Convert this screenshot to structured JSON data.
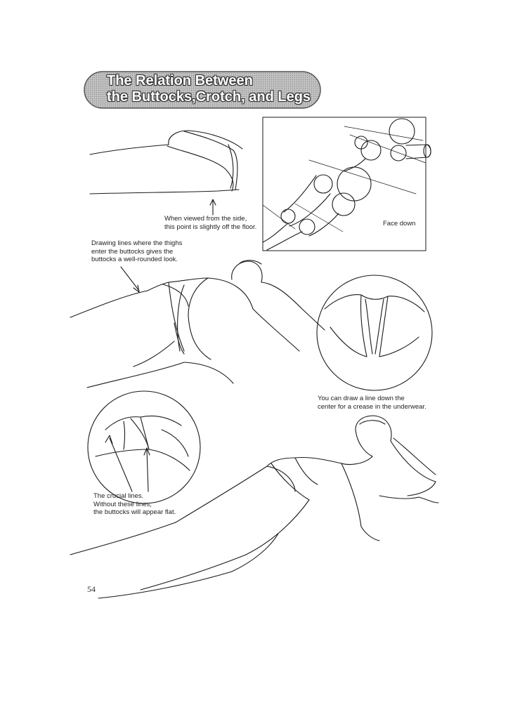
{
  "page": {
    "title_line1": "The Relation Between",
    "title_line2": "the Buttocks,Crotch, and Legs",
    "page_number": "54"
  },
  "captions": {
    "side_view_line1": "When viewed from the side,",
    "side_view_line2": "this point is slightly off the floor.",
    "face_down": "Face down",
    "thigh_lines_line1": "Drawing lines where the thighs",
    "thigh_lines_line2": "enter the buttocks gives the",
    "thigh_lines_line3": "buttocks a well-rounded look.",
    "crease_line1": "You can draw a line down the",
    "crease_line2": "center for a crease in the underwear.",
    "crucial_line1": "The crucial lines.",
    "crucial_line2": "Without these lines,",
    "crucial_line3": "the buttocks will appear flat."
  },
  "colors": {
    "banner_fill": "#b5b5b5",
    "ink": "#1a1a1a",
    "paper": "#ffffff"
  }
}
